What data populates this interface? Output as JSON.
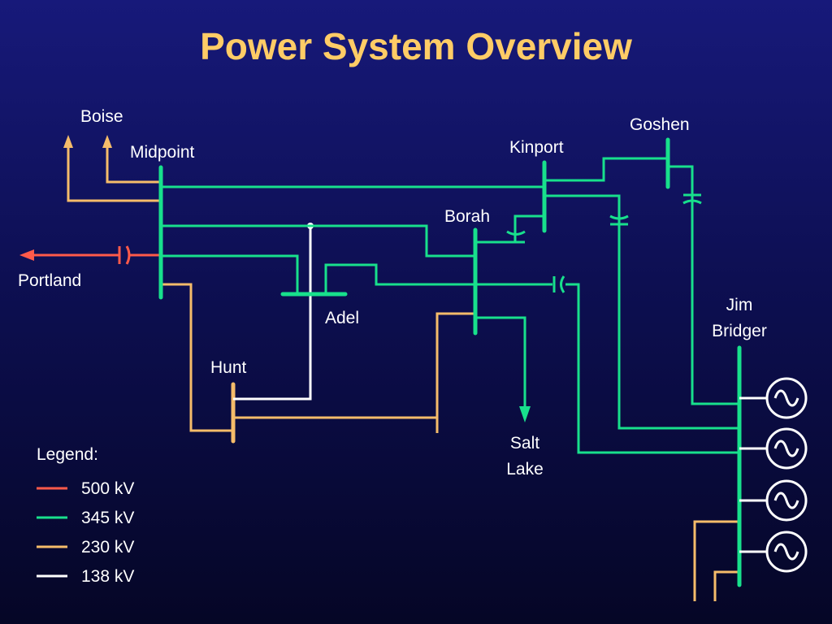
{
  "title": "Power System Overview",
  "nodes": {
    "boise": "Boise",
    "midpoint": "Midpoint",
    "portland": "Portland",
    "kinport": "Kinport",
    "goshen": "Goshen",
    "borah": "Borah",
    "adel": "Adel",
    "hunt": "Hunt",
    "salt_lake_1": "Salt",
    "salt_lake_2": "Lake",
    "jim_bridger_1": "Jim",
    "jim_bridger_2": "Bridger"
  },
  "legend": {
    "title": "Legend:",
    "items": [
      {
        "label": "500 kV",
        "color": "#ff5a4a"
      },
      {
        "label": "345 kV",
        "color": "#18e08c"
      },
      {
        "label": "230 kV",
        "color": "#f5bc6a"
      },
      {
        "label": "138 kV",
        "color": "#ffffff"
      }
    ]
  },
  "colors": {
    "title": "#ffcc66",
    "kv500": "#ff5a4a",
    "kv345": "#18e08c",
    "kv230": "#f5bc6a",
    "kv138": "#ffffff"
  }
}
